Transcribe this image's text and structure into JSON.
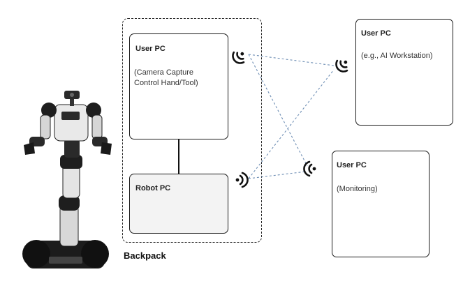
{
  "backpack": {
    "label": "Backpack"
  },
  "nodes": {
    "user_pc_backpack": {
      "title": "User PC",
      "lines": [
        "(Camera Capture",
        "Control Hand/Tool)"
      ]
    },
    "robot_pc": {
      "title": "Robot PC"
    },
    "user_pc_workstation": {
      "title": "User PC",
      "lines": [
        "(e.g., AI Workstation)"
      ]
    },
    "user_pc_monitoring": {
      "title": "User PC",
      "lines": [
        "(Monitoring)"
      ]
    }
  },
  "colors": {
    "wireless_link": "#6f8fb5",
    "border": "#1a1a1a",
    "robot_pc_fill": "#f3f3f3"
  },
  "icons": [
    "robot-image",
    "wifi-icon"
  ]
}
